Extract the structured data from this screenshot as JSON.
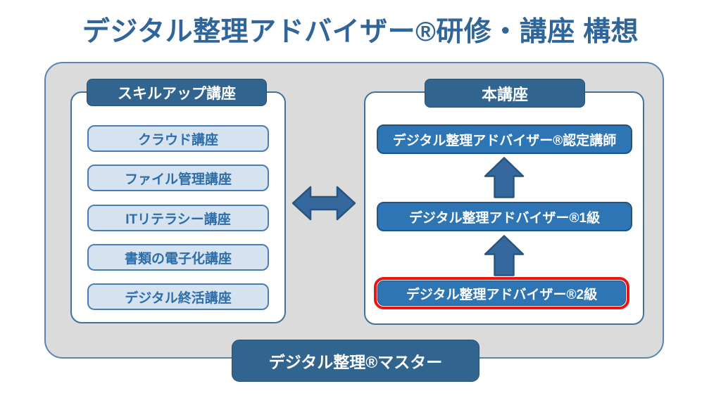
{
  "title": "デジタル整理アドバイザー®研修・講座 構想",
  "left_panel": {
    "header": "スキルアップ講座",
    "items": [
      "クラウド講座",
      "ファイル管理講座",
      "ITリテラシー講座",
      "書類の電子化講座",
      "デジタル終活講座"
    ]
  },
  "right_panel": {
    "header": "本講座",
    "items": [
      "デジタル整理アドバイザー®認定講師",
      "デジタル整理アドバイザー®1級",
      "デジタル整理アドバイザー®2級"
    ],
    "highlighted_index": 2
  },
  "footer_box": "デジタル整理®マスター",
  "colors": {
    "title_text": "#30659A",
    "container_bg": "#DBDBDB",
    "container_border": "#5B84B1",
    "panel_border": "#41719C",
    "header_bg": "#31648F",
    "light_item_bg": "#D5E3F1",
    "light_item_border": "#4A7CB5",
    "light_item_text": "#2E6DA8",
    "dark_item_bg": "#2E75B6",
    "dark_item_border": "#1F5586",
    "arrow_fill": "#35699E",
    "arrow_stroke": "#27537D",
    "highlight_border": "#EC1511"
  }
}
